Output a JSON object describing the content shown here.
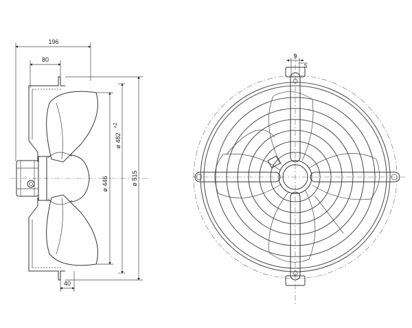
{
  "side_view": {
    "dim_overall_depth": "196",
    "dim_motor_depth": "80",
    "dim_bottom_offset": "40",
    "dim_blade_diameter": "ø 446",
    "dim_hub_diameter": "ø 482",
    "dim_hub_tolerance": "+2",
    "dim_guard_diameter": "ø 515"
  },
  "front_view": {
    "dim_slot_width": "9",
    "dim_slot_height": "5"
  }
}
